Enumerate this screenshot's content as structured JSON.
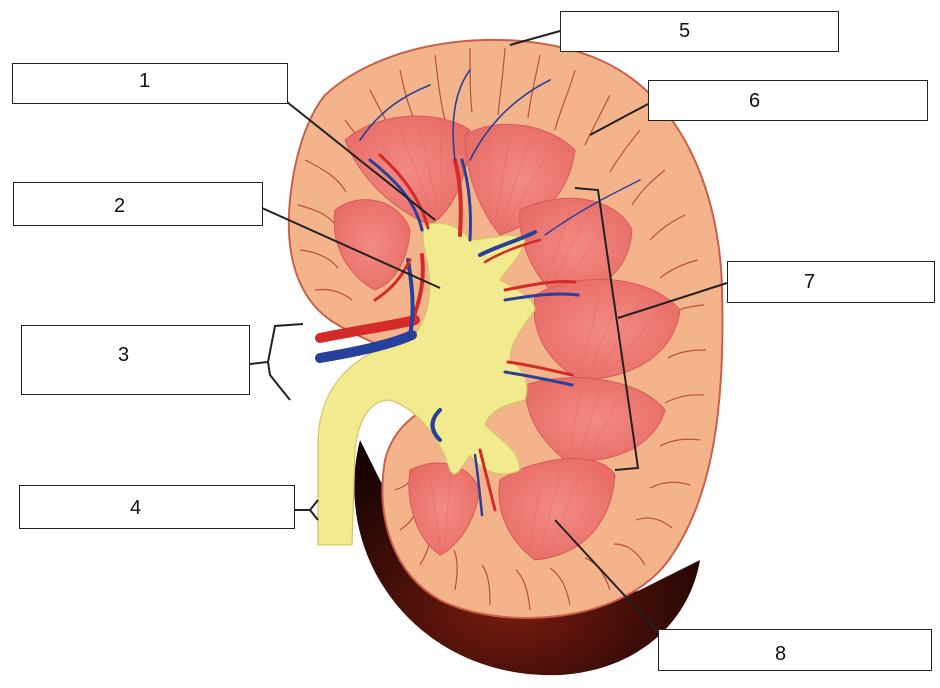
{
  "diagram": {
    "labels": [
      {
        "number": "1"
      },
      {
        "number": "2"
      },
      {
        "number": "3"
      },
      {
        "number": "4"
      },
      {
        "number": "5"
      },
      {
        "number": "6"
      },
      {
        "number": "7"
      },
      {
        "number": "8"
      }
    ],
    "colors": {
      "cortex": "#f3b48c",
      "cortex_edge": "#c9604a",
      "medulla_pyramid": "#ec7c76",
      "pelvis": "#f2ea8e",
      "ureter": "#eee08a",
      "artery": "#d42a2a",
      "vein": "#27409b",
      "outer_shadow": "#3a0c08",
      "line": "#222222"
    }
  }
}
